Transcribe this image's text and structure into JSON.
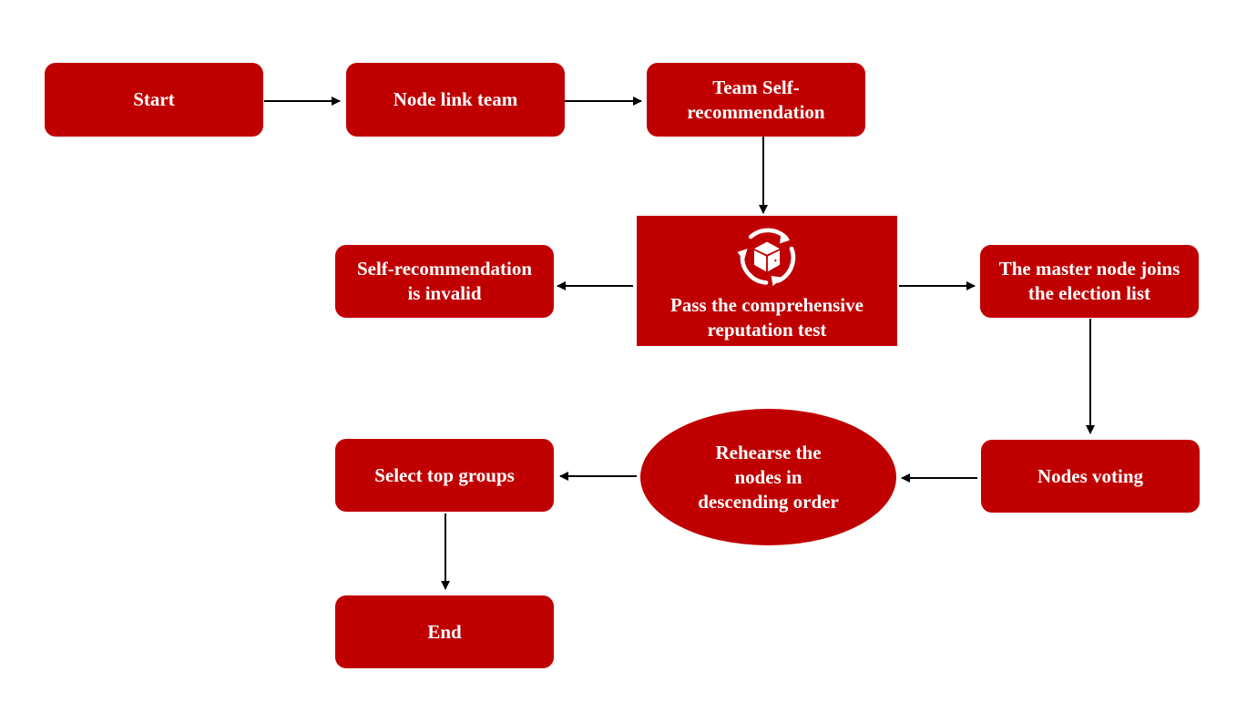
{
  "nodes": {
    "start": "Start",
    "node_link_team": "Node link team",
    "team_self_recommendation": "Team Self-recommendation",
    "self_recommendation_invalid": "Self-recommendation is invalid",
    "reputation_test": "Pass the comprehensive reputation test",
    "master_node_election": "The master node joins the election list",
    "nodes_voting": "Nodes voting",
    "rehearse_nodes": "Rehearse the nodes in descending order",
    "select_top_groups": "Select top groups",
    "end": "End"
  },
  "icons": {
    "reputation_test": "box-cycle-icon"
  },
  "colors": {
    "node_fill": "#c00000",
    "text": "#ffffff",
    "arrow": "#000000"
  }
}
